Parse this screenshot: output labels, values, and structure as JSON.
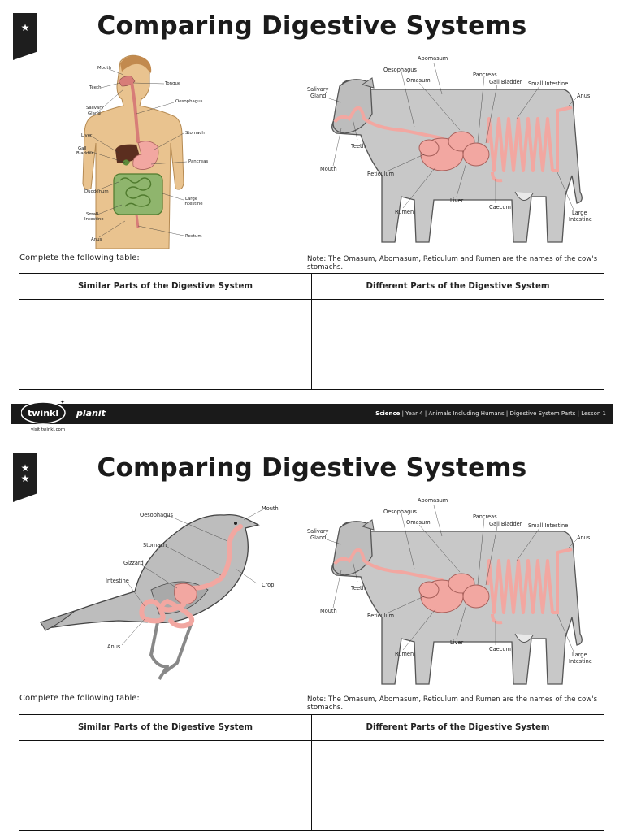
{
  "page1": {
    "title": "Comparing Digestive Systems",
    "instruction": "Complete the following table:",
    "note": "Note: The Omasum, Abomasum, Reticulum and Rumen are the names of the cow's stomachs.",
    "table_headers": [
      "Similar Parts of the Digestive System",
      "Different Parts of the Digestive System"
    ],
    "human_labels": {
      "mouth": "Mouth",
      "teeth": "Teeth",
      "salivary": [
        "Salivary",
        "Gland"
      ],
      "liver": "Liver",
      "gall": [
        "Gall",
        "Bladder"
      ],
      "duodenum": "Duodenum",
      "small": [
        "Small",
        "Intestine"
      ],
      "anus": "Anus",
      "tongue": "Tongue",
      "oesophagus": "Oesophagus",
      "stomach": "Stomach",
      "pancreas": "Pancreas",
      "large": [
        "Large",
        "Intestine"
      ],
      "rectum": "Rectum"
    },
    "cow_labels": {
      "abomasum": "Abomasum",
      "oesophagus": "Oesophagus",
      "omasum": "Omasum",
      "pancreas": "Pancreas",
      "gall": "Gall Bladder",
      "small": "Small Intestine",
      "anus": "Anus",
      "salivary": [
        "Salivary",
        "Gland"
      ],
      "teeth": "Teeth",
      "mouth": "Mouth",
      "reticulum": "Reticulum",
      "rumen": "Rumen",
      "liver": "Liver",
      "caecum": "Caecum",
      "large": [
        "Large",
        "Intestine"
      ]
    }
  },
  "footer": {
    "brand": "twinkl",
    "product": "planit",
    "visit": "visit twinkl.com",
    "subject": "Science",
    "breadcrumb": " | Year 4 | Animals Including Humans | Digestive System Parts | Lesson 1"
  },
  "page2": {
    "title": "Comparing Digestive Systems",
    "instruction": "Complete the following table:",
    "note": "Note: The Omasum, Abomasum, Reticulum and Rumen are the names of the cow's stomachs.",
    "table_headers": [
      "Similar Parts of the Digestive System",
      "Different Parts of the Digestive System"
    ],
    "bird_labels": {
      "mouth": "Mouth",
      "oesophagus": "Oesophagus",
      "stomach": "Stomach",
      "gizzard": "Gizzard",
      "intestine": "Intestine",
      "crop": "Crop",
      "anus": "Anus"
    },
    "cow_labels": {
      "abomasum": "Abomasum",
      "oesophagus": "Oesophagus",
      "omasum": "Omasum",
      "pancreas": "Pancreas",
      "gall": "Gall Bladder",
      "small": "Small Intestine",
      "anus": "Anus",
      "salivary": [
        "Salivary",
        "Gland"
      ],
      "teeth": "Teeth",
      "mouth": "Mouth",
      "reticulum": "Reticulum",
      "rumen": "Rumen",
      "liver": "Liver",
      "caecum": "Caecum",
      "large": [
        "Large",
        "Intestine"
      ]
    }
  },
  "colors": {
    "ink": "#1e1e1e",
    "skin": "#e9c38f",
    "organ": "#f2a7a1",
    "intestine": "#8fb56d",
    "cow": "#c8c8c8",
    "bird": "#bdbdbd"
  }
}
